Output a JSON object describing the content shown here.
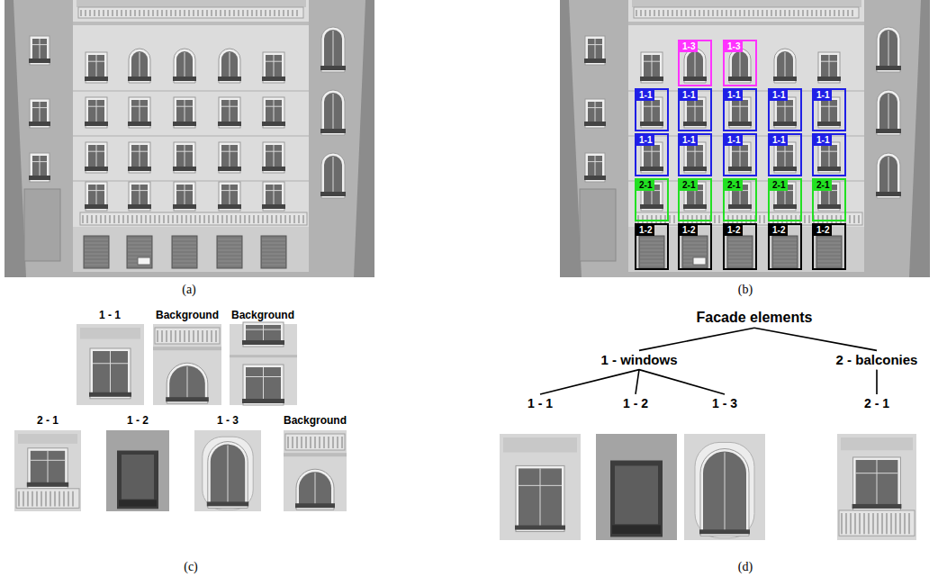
{
  "diagram": {
    "nodes": [
      {
        "text": [
          "1-3"
        ]
      },
      {
        "text": [
          "1-3"
        ]
      },
      {
        "text": [
          "1-1"
        ]
      },
      {
        "text": [
          "1-1"
        ]
      },
      {
        "text": [
          "1-1"
        ]
      },
      {
        "text": [
          "1-1"
        ]
      },
      {
        "text": [
          "1-1"
        ]
      },
      {
        "text": [
          "1-1"
        ]
      },
      {
        "text": [
          "1-1"
        ]
      },
      {
        "text": [
          "1-1"
        ]
      },
      {
        "text": [
          "1-1"
        ]
      },
      {
        "text": [
          "1-1"
        ]
      },
      {
        "text": [
          "2-1"
        ]
      },
      {
        "text": [
          "2-1"
        ]
      },
      {
        "text": [
          "2-1"
        ]
      },
      {
        "text": [
          "2-1"
        ]
      },
      {
        "text": [
          "2-1"
        ]
      },
      {
        "text": [
          "1-2"
        ]
      },
      {
        "text": [
          "1-2"
        ]
      },
      {
        "text": [
          "1-2"
        ]
      },
      {
        "text": [
          "1-2"
        ]
      },
      {
        "text": [
          "1-2"
        ]
      },
      {
        "text": [
          "Facade elements"
        ]
      },
      {
        "text": [
          "1 - windows"
        ]
      },
      {
        "text": [
          "2 - balconies"
        ]
      },
      {
        "text": [
          "1 - 1"
        ]
      },
      {
        "text": [
          "1 - 2"
        ]
      },
      {
        "text": [
          "1 - 3"
        ]
      },
      {
        "text": [
          "2 - 1"
        ]
      }
    ],
    "edges": [
      {
        "from": 22,
        "to": 23,
        "arrow": "none"
      },
      {
        "from": 22,
        "to": 24,
        "arrow": "none"
      },
      {
        "from": 23,
        "to": 25,
        "arrow": "none"
      },
      {
        "from": 23,
        "to": 26,
        "arrow": "none"
      },
      {
        "from": 23,
        "to": 27,
        "arrow": "none"
      },
      {
        "from": 24,
        "to": 28,
        "arrow": "none"
      }
    ],
    "labels": [
      "(a)",
      "(b)",
      "1 - 1",
      "Background",
      "Background",
      "2 - 1",
      "1 - 2",
      "1 - 3",
      "Background",
      "(c)",
      "(d)"
    ]
  }
}
